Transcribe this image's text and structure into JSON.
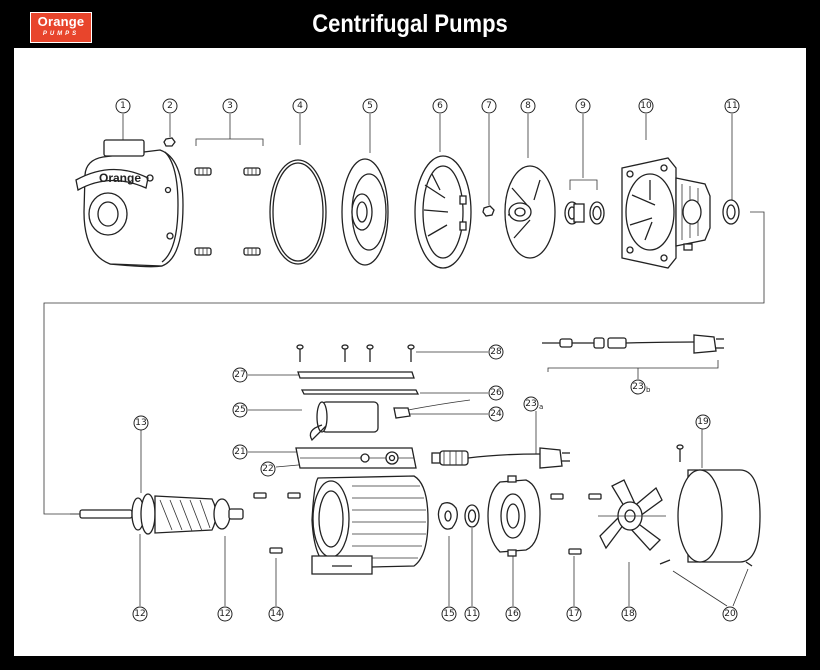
{
  "header": {
    "brand": "Orange",
    "brand_sub": "PUMPS",
    "title": "Centrifugal Pumps"
  },
  "diagram": {
    "housing_brand": "Orange",
    "callouts": [
      {
        "id": "1",
        "label": "1"
      },
      {
        "id": "2",
        "label": "2"
      },
      {
        "id": "3",
        "label": "3"
      },
      {
        "id": "4",
        "label": "4"
      },
      {
        "id": "5",
        "label": "5"
      },
      {
        "id": "6",
        "label": "6"
      },
      {
        "id": "7",
        "label": "7"
      },
      {
        "id": "8",
        "label": "8"
      },
      {
        "id": "9",
        "label": "9"
      },
      {
        "id": "10",
        "label": "10"
      },
      {
        "id": "11a",
        "label": "11"
      },
      {
        "id": "13",
        "label": "13"
      },
      {
        "id": "12a",
        "label": "12"
      },
      {
        "id": "12b",
        "label": "12"
      },
      {
        "id": "14",
        "label": "14"
      },
      {
        "id": "15",
        "label": "15"
      },
      {
        "id": "11b",
        "label": "11"
      },
      {
        "id": "16",
        "label": "16"
      },
      {
        "id": "17",
        "label": "17"
      },
      {
        "id": "18",
        "label": "18"
      },
      {
        "id": "19",
        "label": "19"
      },
      {
        "id": "20",
        "label": "20"
      },
      {
        "id": "21",
        "label": "21"
      },
      {
        "id": "22",
        "label": "22"
      },
      {
        "id": "23a",
        "label": "23",
        "suffix": "a"
      },
      {
        "id": "23b",
        "label": "23",
        "suffix": "b"
      },
      {
        "id": "24",
        "label": "24"
      },
      {
        "id": "25",
        "label": "25"
      },
      {
        "id": "26",
        "label": "26"
      },
      {
        "id": "27",
        "label": "27"
      },
      {
        "id": "28",
        "label": "28"
      }
    ]
  }
}
